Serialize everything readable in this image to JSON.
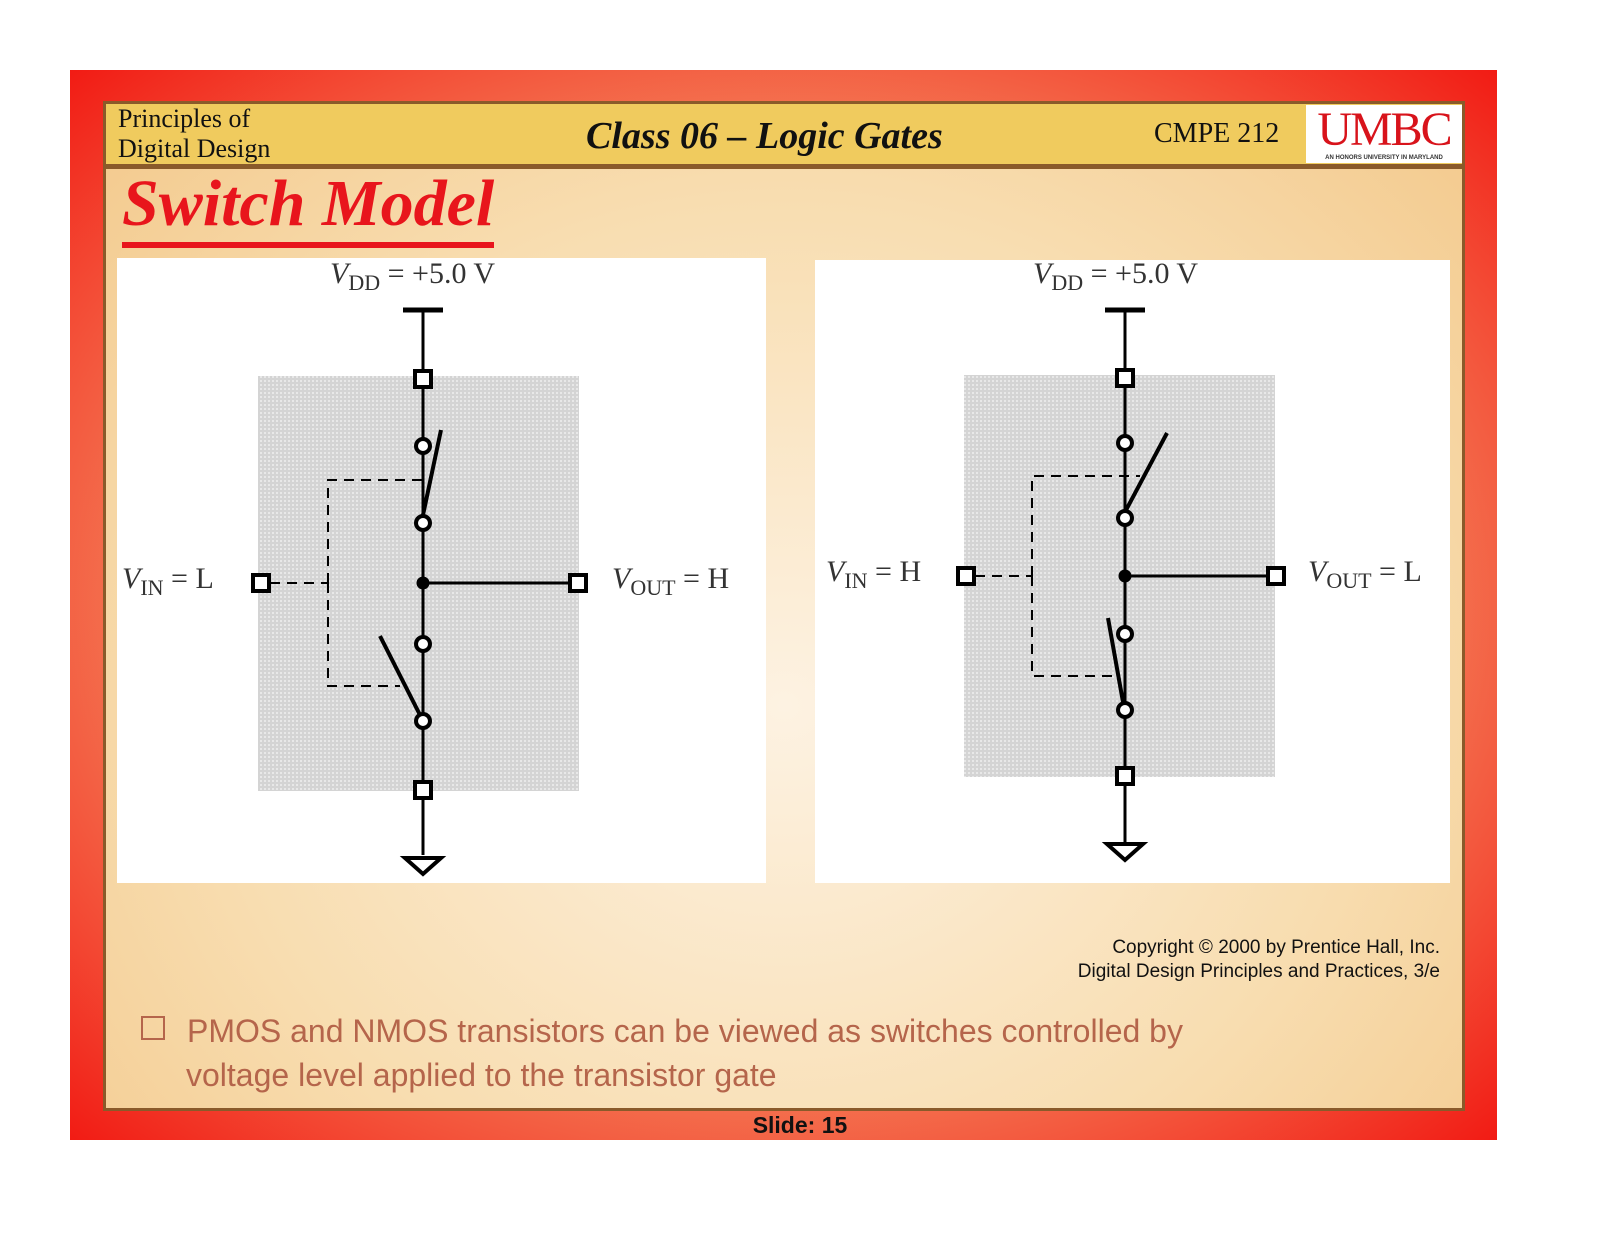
{
  "header": {
    "course_line1": "Principles of",
    "course_line2": "Digital Design",
    "class_title": "Class 06 – Logic Gates",
    "course_code": "CMPE 212",
    "logo_text": "UMBC",
    "logo_tagline": "AN HONORS UNIVERSITY IN MARYLAND"
  },
  "slide_title": "Switch Model",
  "diagrams": [
    {
      "vdd": "V",
      "vdd_sub": "DD",
      "vdd_value": "= +5.0 V",
      "vin": "V",
      "vin_sub": "IN",
      "vin_value": "= L",
      "vout": "V",
      "vout_sub": "OUT",
      "vout_value": "= H"
    },
    {
      "vdd": "V",
      "vdd_sub": "DD",
      "vdd_value": "= +5.0 V",
      "vin": "V",
      "vin_sub": "IN",
      "vin_value": "= H",
      "vout": "V",
      "vout_sub": "OUT",
      "vout_value": "= L"
    }
  ],
  "copyright": {
    "line1": "Copyright © 2000 by Prentice Hall, Inc.",
    "line2": "Digital Design Principles and Practices, 3/e"
  },
  "bullet": {
    "line1": "PMOS and NMOS transistors can be viewed as switches controlled by",
    "line2": "voltage level applied to the transistor gate"
  },
  "footer": {
    "slide_number": "Slide: 15"
  }
}
